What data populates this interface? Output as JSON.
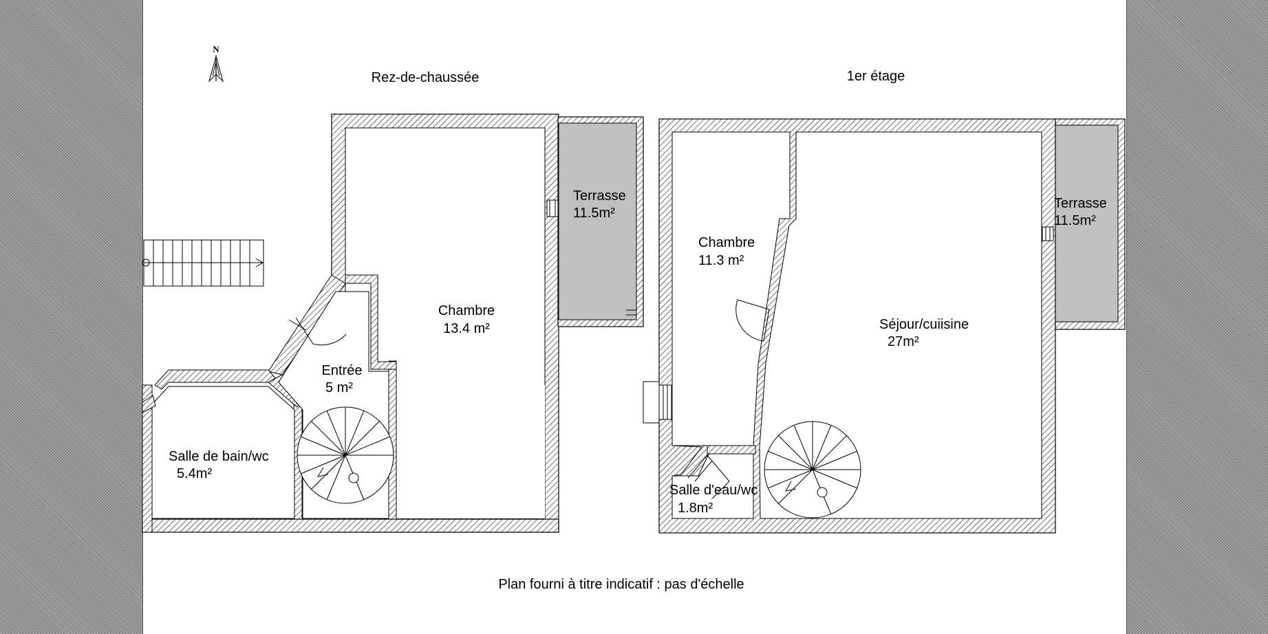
{
  "north": "N",
  "titles": {
    "ground": "Rez-de-chaussée",
    "first": "1er étage"
  },
  "rooms": {
    "terrasse_ground": {
      "name": "Terrasse",
      "area": "11.5m²"
    },
    "chambre_ground": {
      "name": "Chambre",
      "area": "13.4 m²"
    },
    "entree": {
      "name": "Entrée",
      "area": "5 m²"
    },
    "salle_bain": {
      "name": "Salle de bain/wc",
      "area": "5.4m²"
    },
    "chambre_first": {
      "name": "Chambre",
      "area": "11.3 m²"
    },
    "sejour": {
      "name": "Séjour/cuiisine",
      "area": "27m²"
    },
    "terrasse_first": {
      "name": "Terrasse",
      "area": "11.5m²"
    },
    "salle_eau": {
      "name": "Salle d'eau/wc",
      "area": "1.8m²"
    }
  },
  "footer": "Plan fourni à titre indicatif : pas d'échelle",
  "colors": {
    "terrace": "#c0c0c0",
    "wall_hatch": "#000000",
    "background": "#8c8c8c"
  }
}
